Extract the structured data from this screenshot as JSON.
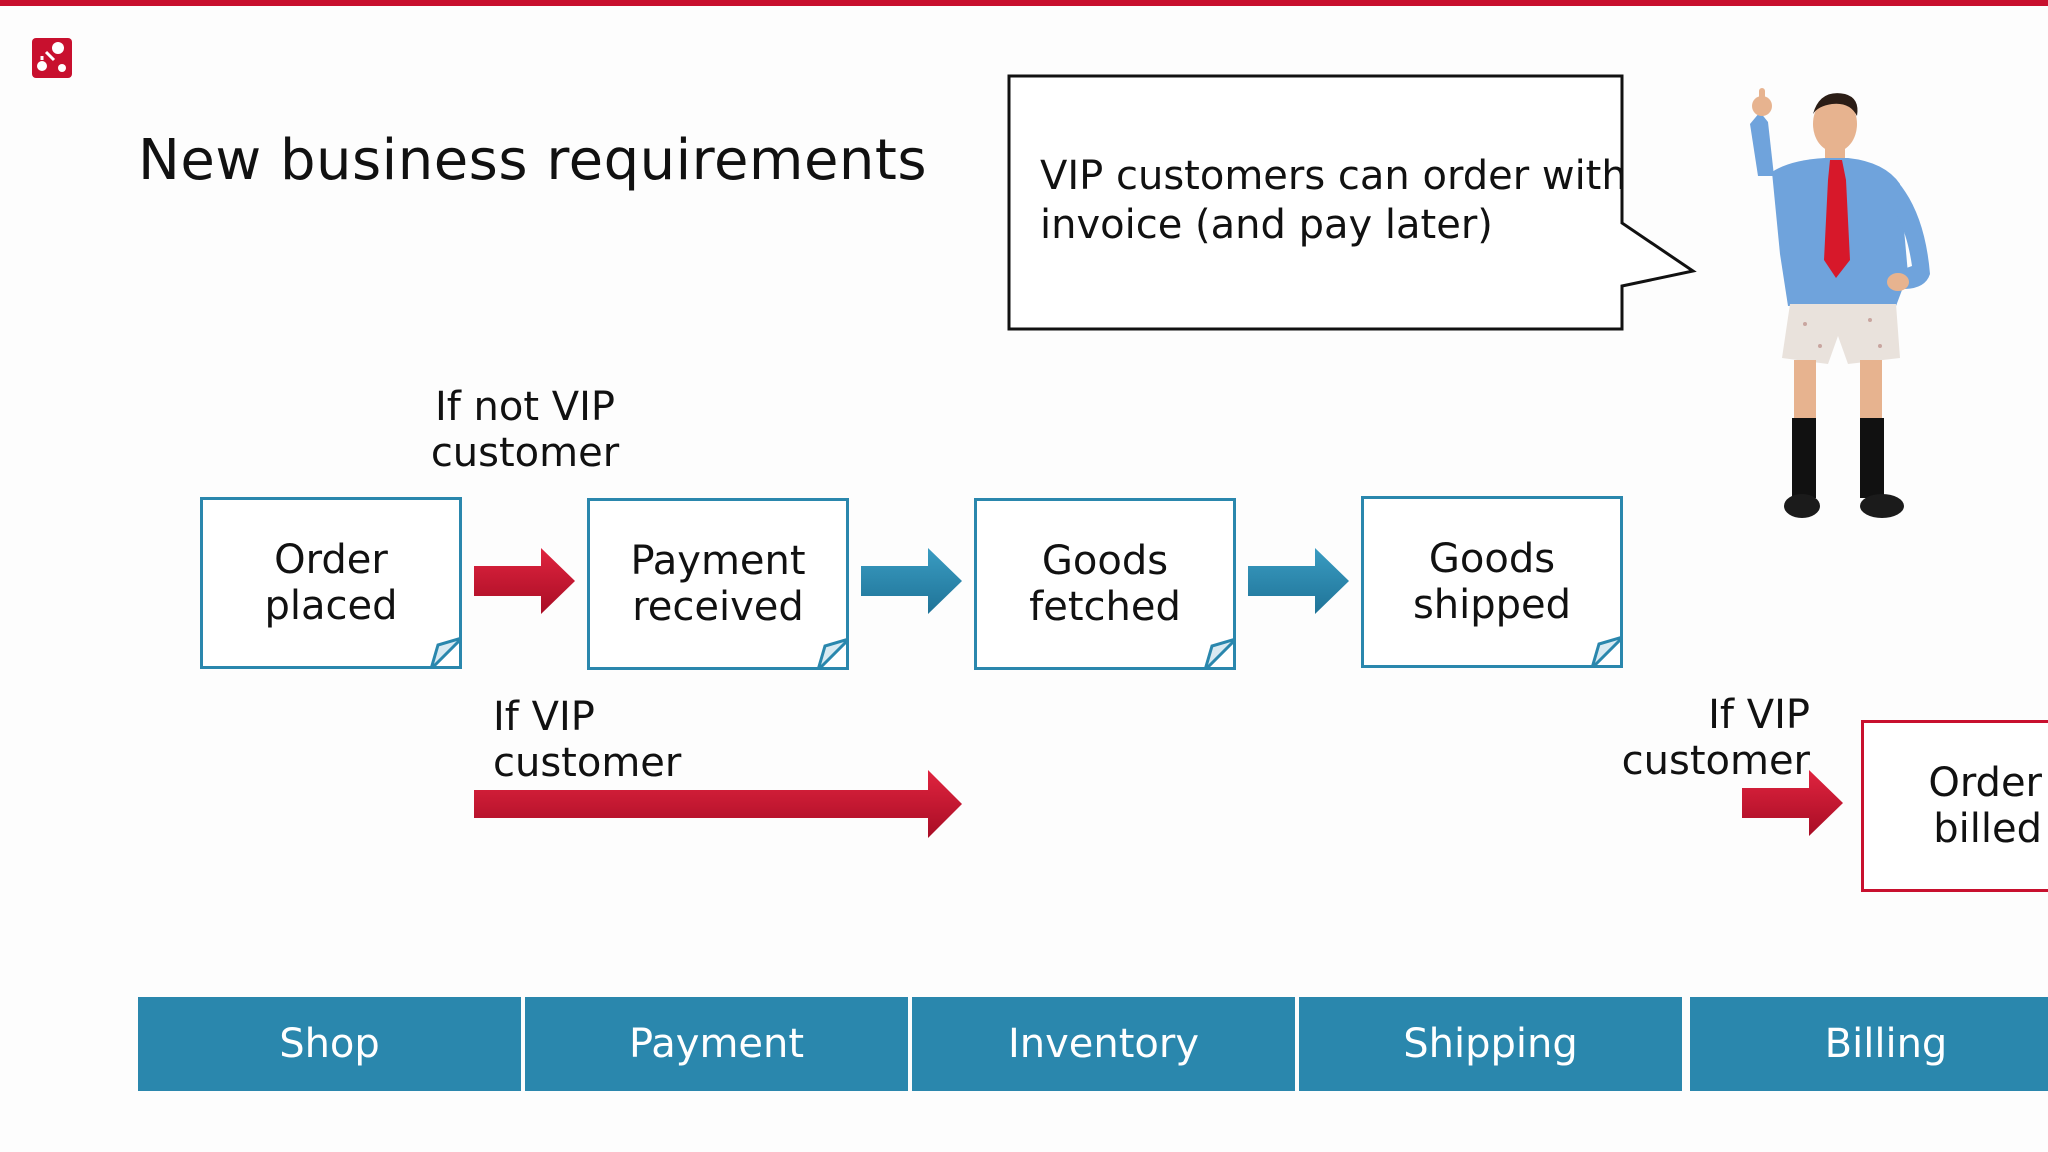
{
  "title": "New business requirements",
  "speech_bubble": {
    "text": "VIP customers can order with invoice (and pay later)"
  },
  "labels": {
    "if_not_vip": [
      "If not VIP",
      "customer"
    ],
    "if_vip_lower": [
      "If VIP",
      "customer"
    ],
    "if_vip_right": [
      "If VIP",
      "customer"
    ]
  },
  "steps": [
    {
      "lines": [
        "Order",
        "placed"
      ]
    },
    {
      "lines": [
        "Payment",
        "received"
      ]
    },
    {
      "lines": [
        "Goods",
        "fetched"
      ]
    },
    {
      "lines": [
        "Goods",
        "shipped"
      ]
    },
    {
      "lines": [
        "Order",
        "billed"
      ]
    }
  ],
  "lanes": [
    "Shop",
    "Payment",
    "Inventory",
    "Shipping",
    "Billing"
  ],
  "colors": {
    "accent_red": "#c8102e",
    "accent_blue": "#2a87ad"
  }
}
